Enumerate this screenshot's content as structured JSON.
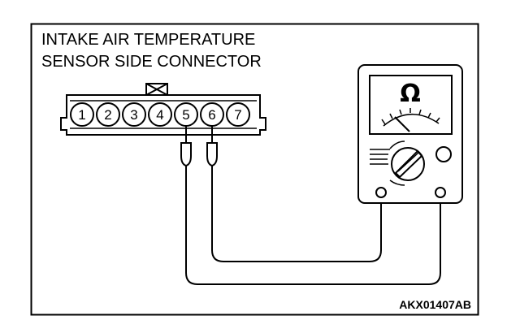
{
  "title": {
    "line1": "INTAKE AIR TEMPERATURE",
    "line2": "SENSOR SIDE CONNECTOR"
  },
  "connector": {
    "pins": [
      "1",
      "2",
      "3",
      "4",
      "5",
      "6",
      "7"
    ],
    "lock_icon": "lock-tab-x-icon"
  },
  "meter": {
    "symbol": "Ω",
    "icons": [
      "needle-scale-icon",
      "range-dial-icon",
      "zero-adjust-icon",
      "terminal-icon"
    ]
  },
  "figure_code": "AKX01407AB"
}
